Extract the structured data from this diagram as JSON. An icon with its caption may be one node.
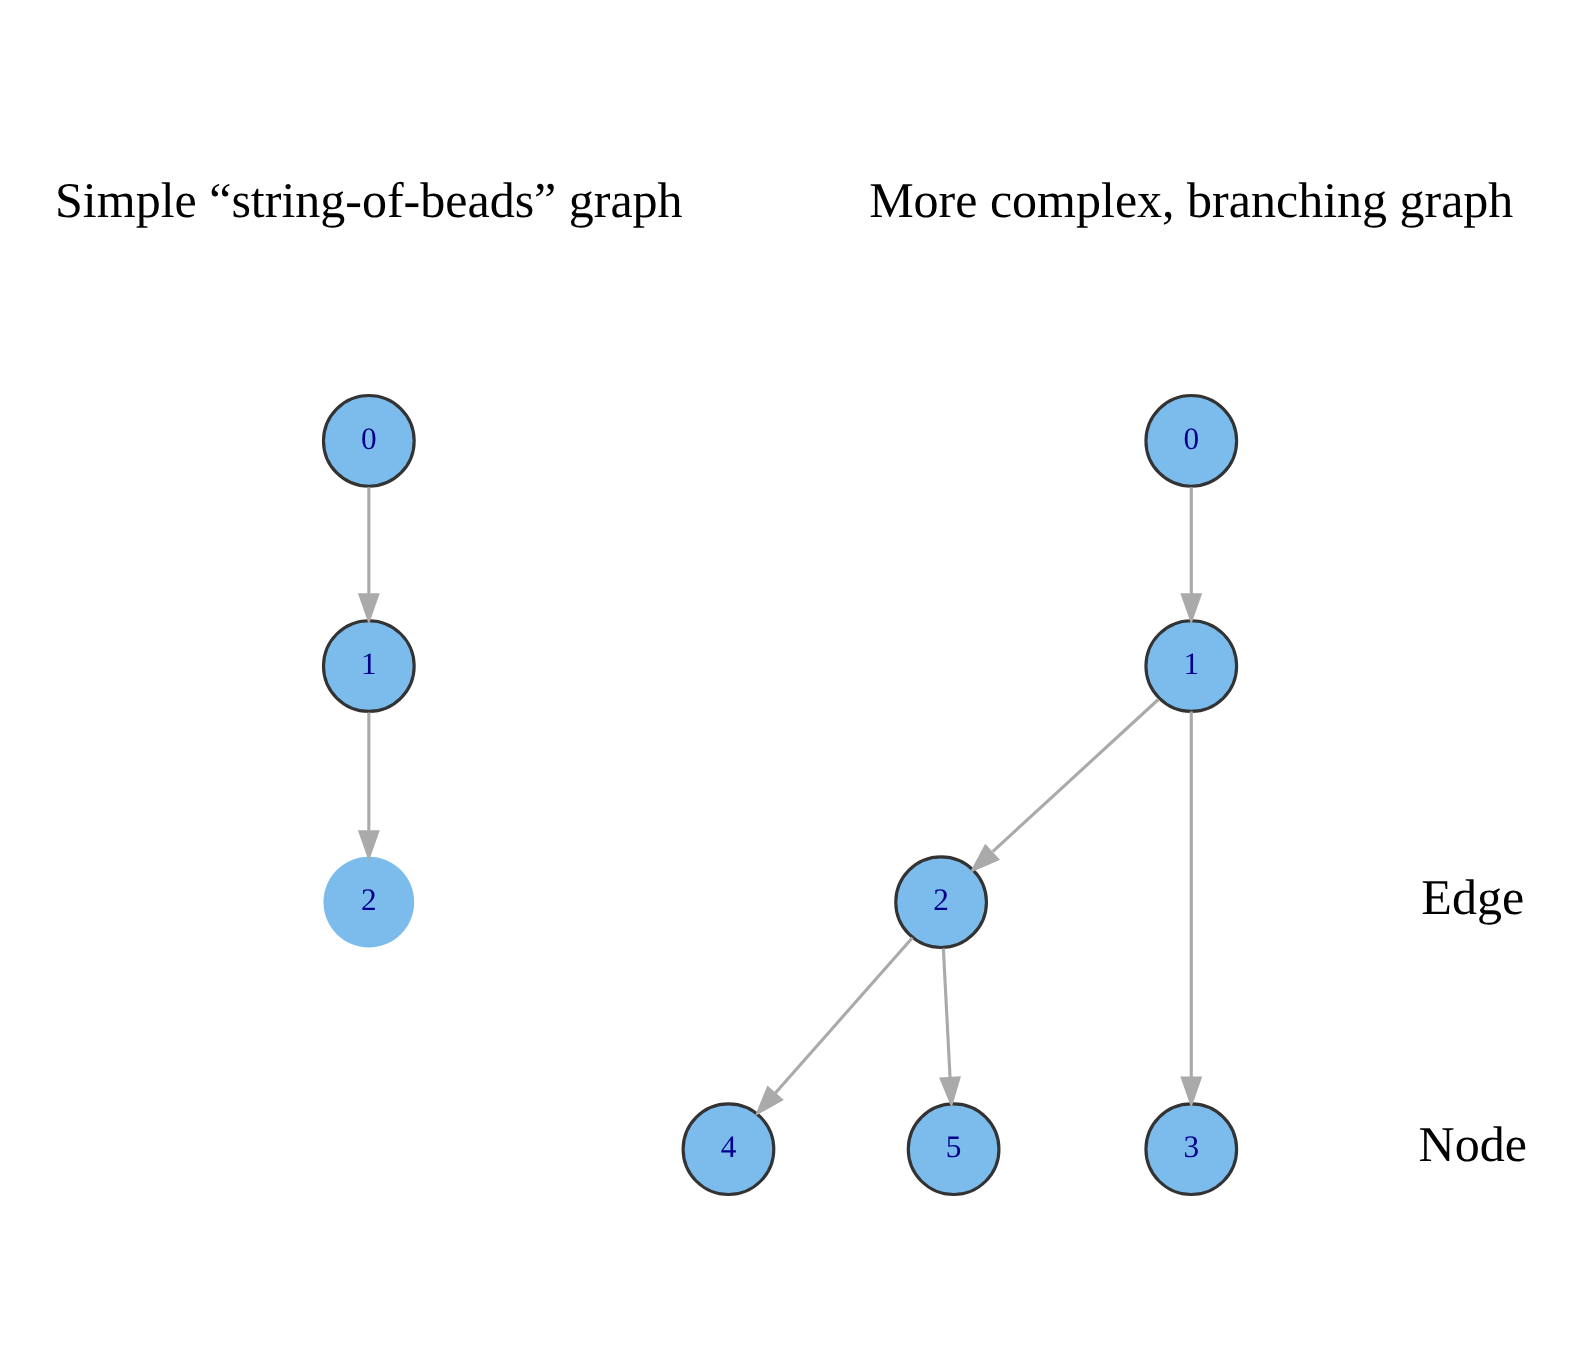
{
  "diagram": {
    "nodes": [
      {
        "text": [
          "0"
        ]
      },
      {
        "text": [
          "1"
        ]
      },
      {
        "text": [
          "2"
        ]
      },
      {
        "text": [
          "0"
        ]
      },
      {
        "text": [
          "1"
        ]
      },
      {
        "text": [
          "2"
        ]
      },
      {
        "text": [
          "3"
        ]
      },
      {
        "text": [
          "4"
        ]
      },
      {
        "text": [
          "5"
        ]
      }
    ],
    "edges": [
      {
        "from": 0,
        "to": 1,
        "arrow": "to"
      },
      {
        "from": 1,
        "to": 2,
        "arrow": "to"
      },
      {
        "from": 3,
        "to": 4,
        "arrow": "to"
      },
      {
        "from": 4,
        "to": 5,
        "arrow": "to"
      },
      {
        "from": 4,
        "to": 6,
        "arrow": "to"
      },
      {
        "from": 5,
        "to": 7,
        "arrow": "to"
      },
      {
        "from": 5,
        "to": 8,
        "arrow": "to"
      }
    ],
    "labels": [
      "Simple “string-of-beads” graph",
      "More complex, branching graph",
      "Edge",
      "Node"
    ]
  }
}
